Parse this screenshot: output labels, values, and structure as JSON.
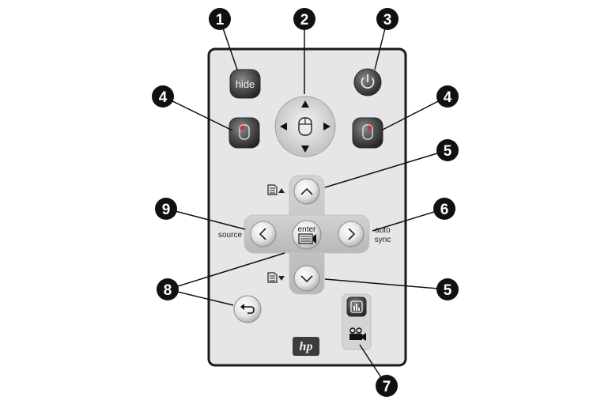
{
  "remote": {
    "hide_label": "hide",
    "enter_label": "enter",
    "source_label": "source",
    "auto_sync_label_line1": "auto",
    "auto_sync_label_line2": "sync",
    "brand_label": "hp"
  },
  "callouts": [
    "1",
    "2",
    "3",
    "4",
    "4",
    "5",
    "6",
    "9",
    "8",
    "5",
    "7"
  ],
  "colors": {
    "remote_body": "#e6e6e6",
    "dark_button": "#4a4a4a",
    "red_button": "#b32525",
    "callout_fill": "#111111"
  }
}
